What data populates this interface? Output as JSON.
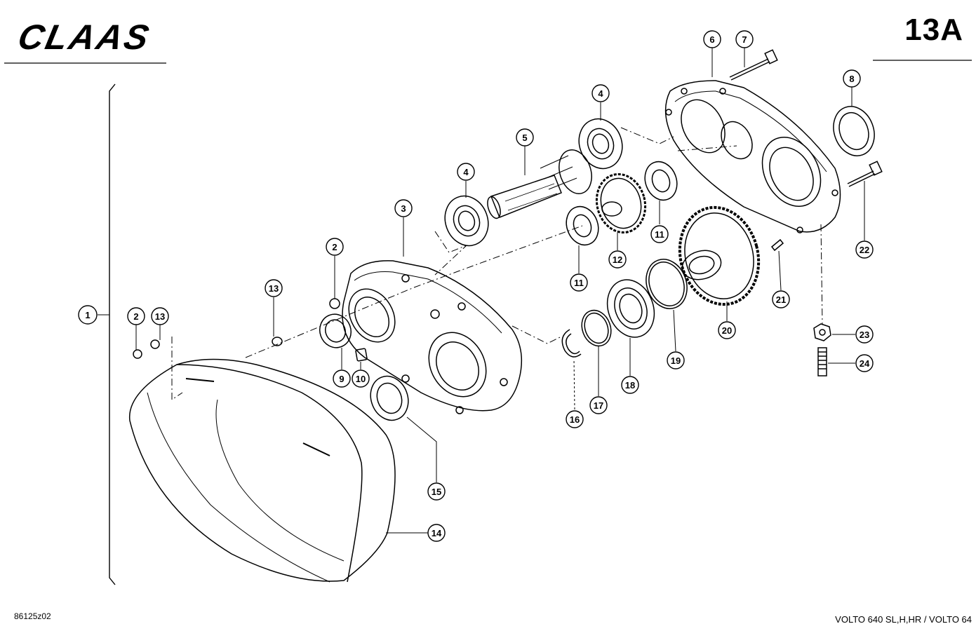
{
  "brand": "CLAAS",
  "page_number": "13A",
  "drawing_code": "86125z02",
  "model_footer": "VOLTO 640 SL,H,HR / VOLTO 64",
  "colors": {
    "line": "#000000",
    "background": "#ffffff"
  },
  "callouts": [
    "1",
    "2",
    "2",
    "3",
    "4",
    "4",
    "5",
    "6",
    "7",
    "8",
    "9",
    "10",
    "11",
    "11",
    "12",
    "13",
    "13",
    "14",
    "15",
    "16",
    "17",
    "18",
    "19",
    "20",
    "21",
    "22",
    "23",
    "24"
  ]
}
